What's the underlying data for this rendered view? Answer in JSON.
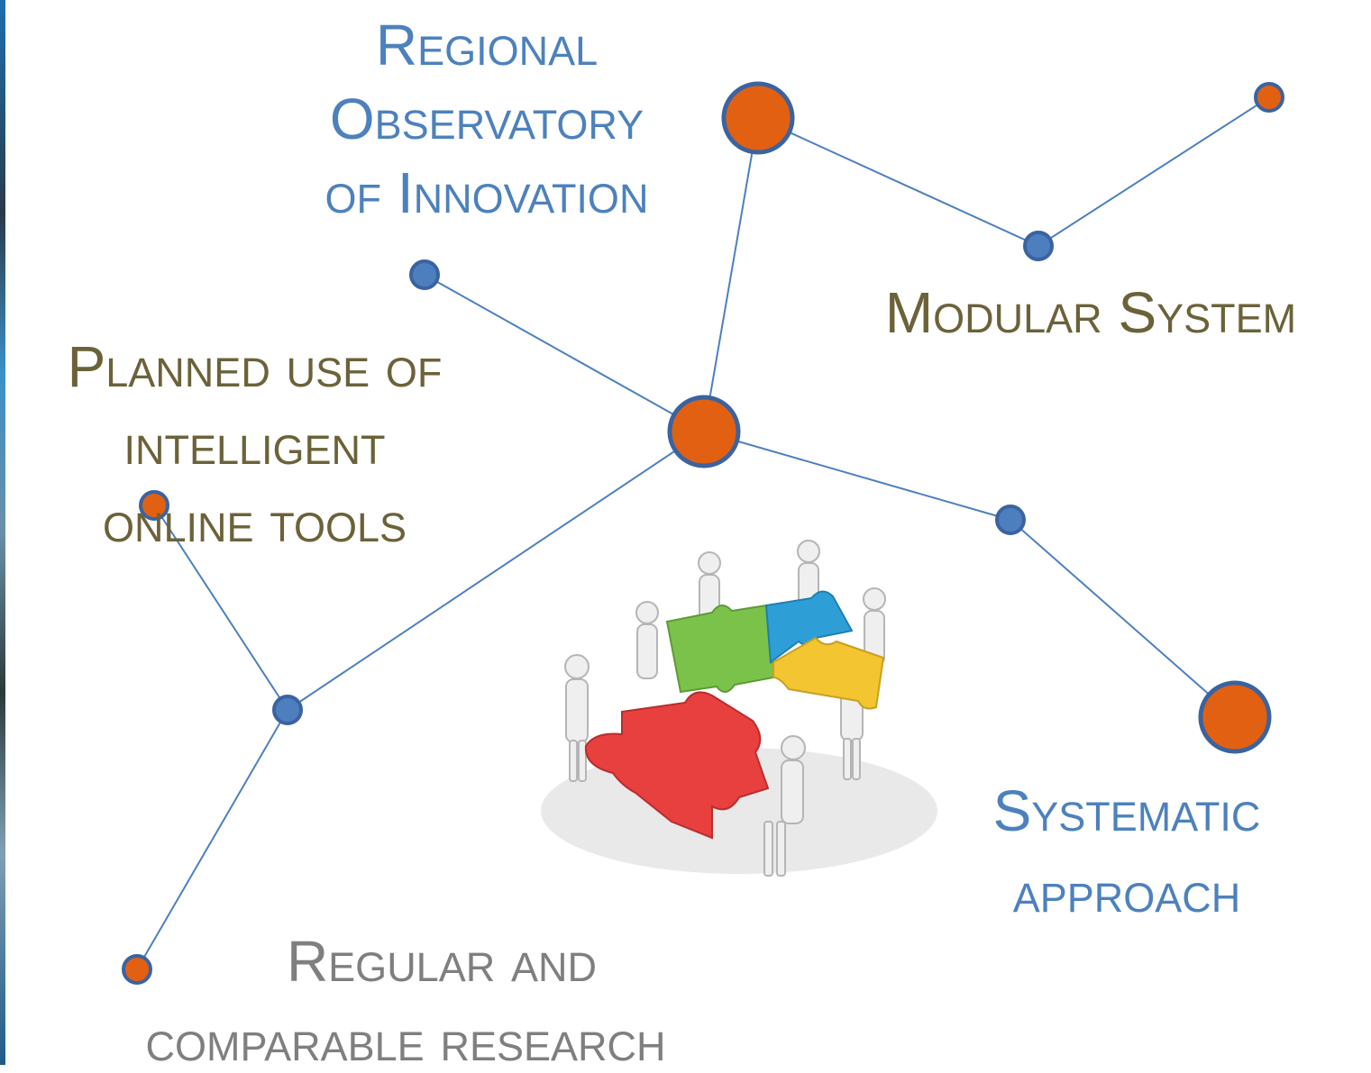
{
  "colors": {
    "line": "#4d7fbf",
    "node_orange": "#e26012",
    "node_blue": "#4d7fbf",
    "node_stroke": "#3a63a0",
    "label_blue": "#4d81bd",
    "label_olive": "#6b6239",
    "label_gray": "#7f7f7f"
  },
  "labels": {
    "regional_observatory": [
      "Regional",
      "Observatory",
      "of Innovation"
    ],
    "modular_system": [
      "Modular System"
    ],
    "planned_use": [
      "Planned use of",
      "intelligent",
      "online tools"
    ],
    "systematic_approach": [
      "Systematic",
      "approach"
    ],
    "regular_research": [
      "Regular and",
      "comparable research"
    ]
  },
  "nodes": [
    {
      "id": "hub",
      "color": "orange"
    },
    {
      "id": "observatory",
      "color": "orange"
    },
    {
      "id": "modular-junction",
      "color": "blue"
    },
    {
      "id": "modular-end",
      "color": "orange"
    },
    {
      "id": "planned-use-end",
      "color": "blue"
    },
    {
      "id": "systematic-junction",
      "color": "blue"
    },
    {
      "id": "systematic-end",
      "color": "orange"
    },
    {
      "id": "lower-left-junction",
      "color": "blue"
    },
    {
      "id": "online-tools-end",
      "color": "orange"
    },
    {
      "id": "regular-research-end",
      "color": "orange"
    }
  ],
  "edges": [
    [
      "hub",
      "observatory"
    ],
    [
      "observatory",
      "modular-junction"
    ],
    [
      "modular-junction",
      "modular-end"
    ],
    [
      "hub",
      "planned-use-end"
    ],
    [
      "hub",
      "systematic-junction"
    ],
    [
      "systematic-junction",
      "systematic-end"
    ],
    [
      "hub",
      "lower-left-junction"
    ],
    [
      "lower-left-junction",
      "online-tools-end"
    ],
    [
      "lower-left-junction",
      "regular-research-end"
    ]
  ],
  "illustration": {
    "name": "puzzle-team-illustration",
    "piece_colors": [
      "#e8403f",
      "#7bc24a",
      "#2e9fd6",
      "#f2c531"
    ]
  }
}
